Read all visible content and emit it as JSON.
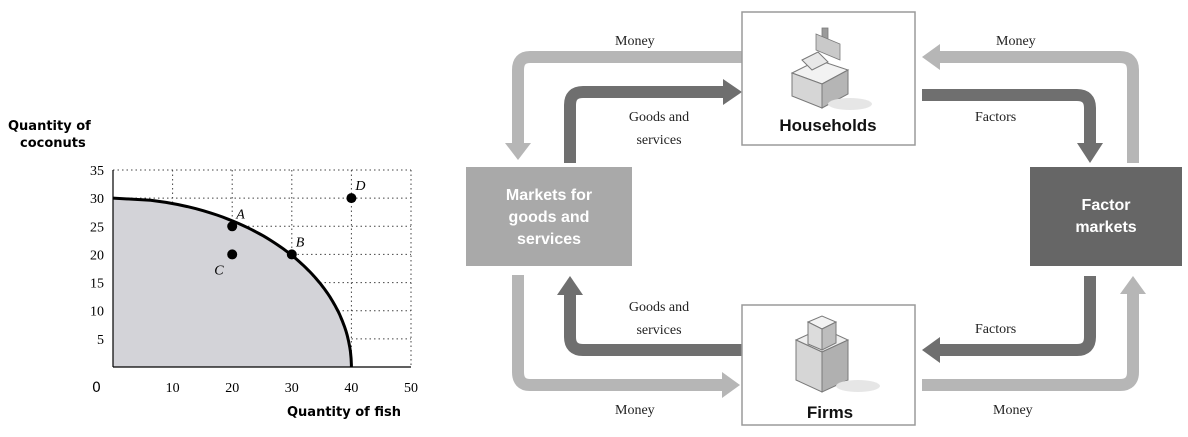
{
  "colors": {
    "light_arrow": "#b6b6b6",
    "dark_arrow": "#6f6f6f",
    "markets_box": "#a9a9a9",
    "factor_box": "#666666",
    "shade": "#d3d3d8",
    "curve": "#000000"
  },
  "ppf": {
    "ylabel_line1": "Quantity of",
    "ylabel_line2": "coconuts",
    "xlabel": "Quantity of fish",
    "origin_label": "0",
    "x_ticks": [
      "10",
      "20",
      "30",
      "40",
      "50"
    ],
    "y_ticks": [
      "5",
      "10",
      "15",
      "20",
      "25",
      "30",
      "35"
    ],
    "points": [
      {
        "label": "A",
        "x": 20,
        "y": 25
      },
      {
        "label": "B",
        "x": 30,
        "y": 20
      },
      {
        "label": "C",
        "x": 20,
        "y": 20
      },
      {
        "label": "D",
        "x": 40,
        "y": 30
      }
    ]
  },
  "chart_data": {
    "type": "line",
    "xlabel": "Quantity of fish",
    "ylabel": "Quantity of coconuts",
    "xlim": [
      0,
      50
    ],
    "ylim": [
      0,
      35
    ],
    "grid": true,
    "series": [
      {
        "points": [
          [
            0,
            30
          ],
          [
            10,
            28.6
          ],
          [
            20,
            25
          ],
          [
            30,
            20
          ],
          [
            35,
            15
          ],
          [
            38,
            10
          ],
          [
            39.5,
            5
          ],
          [
            40,
            0
          ]
        ]
      }
    ],
    "points": [
      {
        "label": "A",
        "x": 20,
        "y": 25
      },
      {
        "label": "B",
        "x": 30,
        "y": 20
      },
      {
        "label": "C",
        "x": 20,
        "y": 20
      },
      {
        "label": "D",
        "x": 40,
        "y": 30
      }
    ]
  },
  "flow": {
    "households": "Households",
    "firms": "Firms",
    "markets_line1": "Markets for",
    "markets_line2": "goods and",
    "markets_line3": "services",
    "factor_line1": "Factor",
    "factor_line2": "markets",
    "money_top_left": "Money",
    "money_top_right": "Money",
    "money_bottom_left": "Money",
    "money_bottom_right": "Money",
    "goods_top_line1": "Goods and",
    "goods_top_line2": "services",
    "goods_bottom_line1": "Goods and",
    "goods_bottom_line2": "services",
    "factors_top": "Factors",
    "factors_bottom": "Factors"
  }
}
